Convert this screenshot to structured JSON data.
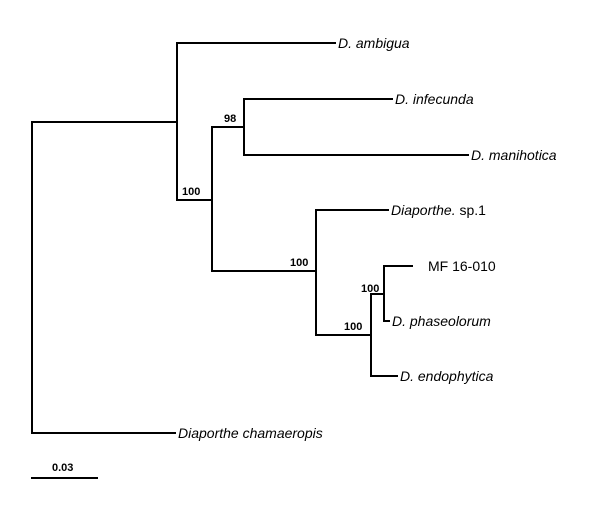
{
  "tree": {
    "taxa": {
      "ambigua": "D. ambigua",
      "infecunda": "D. infecunda",
      "manihotica": "D. manihotica",
      "sp1_genus": "Diaporthe.",
      "sp1_rest": " sp.1",
      "mf16010": "MF 16-010",
      "phaseolorum": "D. phaseolorum",
      "endophytica": "D. endophytica",
      "chamaeropis": "Diaporthe chamaeropis"
    },
    "support": {
      "infecunda_manihotica": "98",
      "main_clade": "100",
      "sp1_clade": "100",
      "mf_phaseolorum": "100",
      "endophytica_clade": "100"
    },
    "scale_bar": {
      "label": "0.03"
    }
  }
}
